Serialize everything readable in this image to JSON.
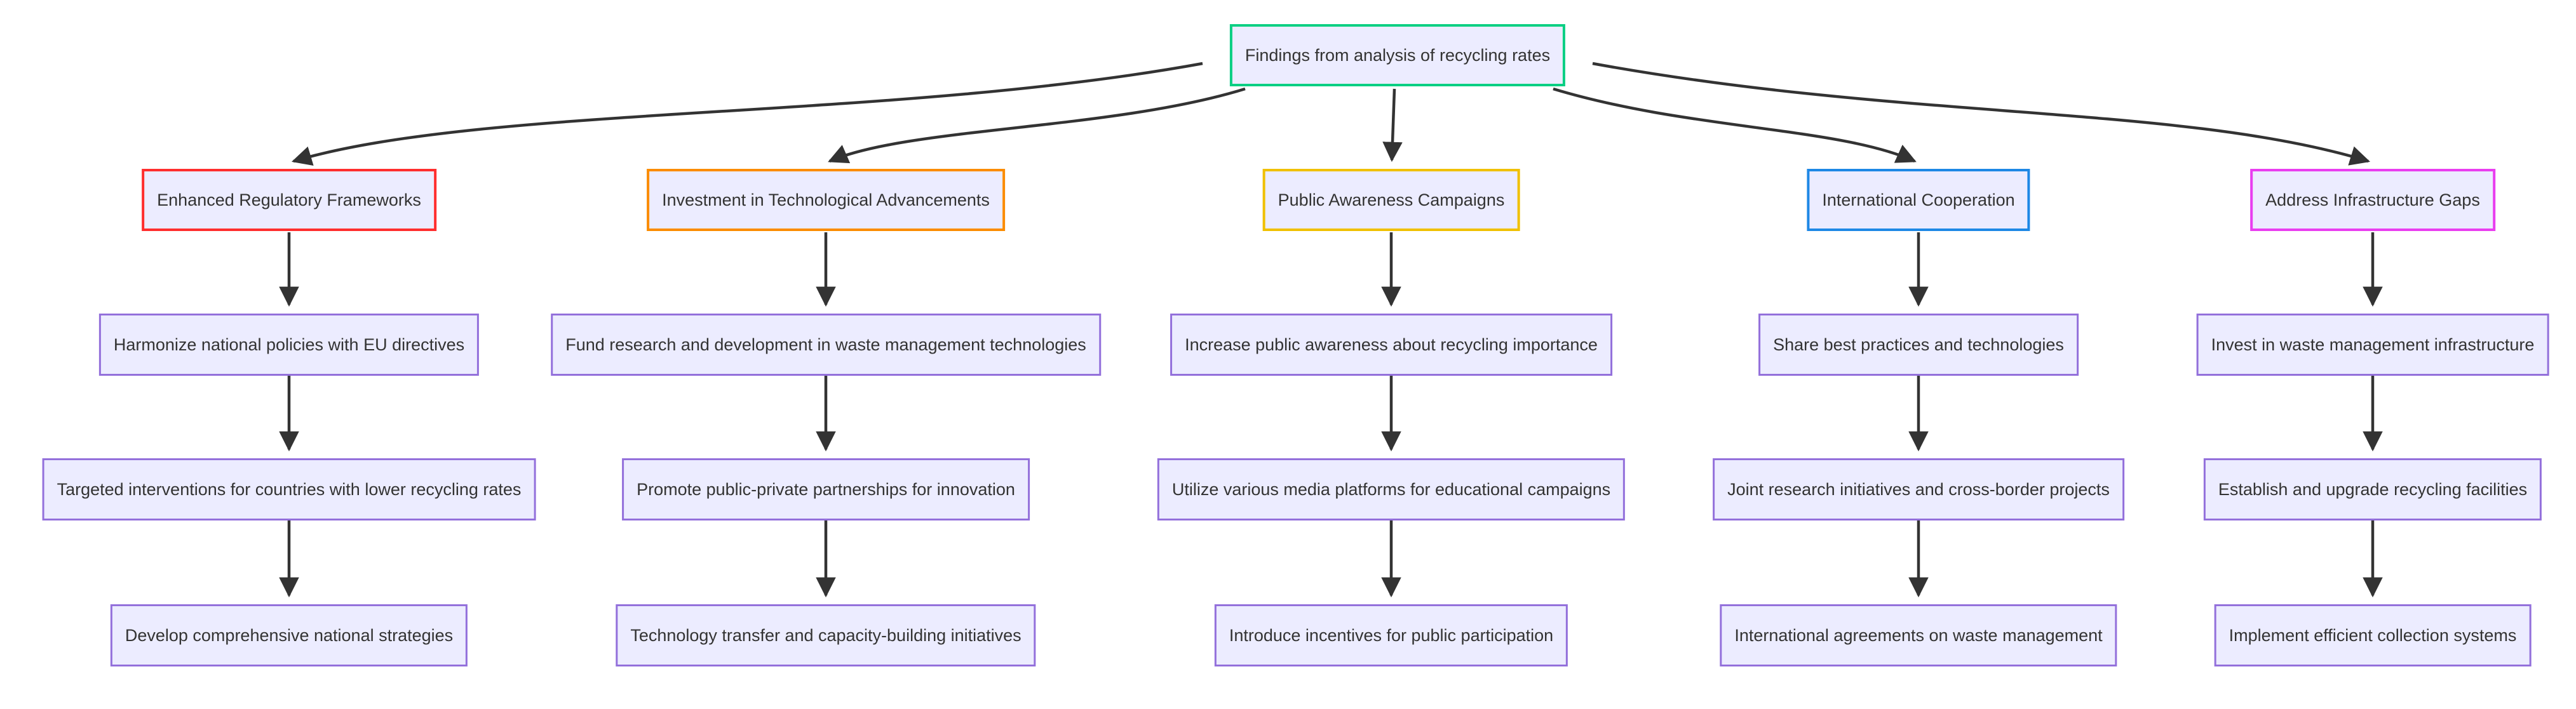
{
  "diagram": {
    "type": "flowchart",
    "root": {
      "label": "Findings from analysis of recycling rates",
      "border_color": "#0ACF83"
    },
    "branches": [
      {
        "label": "Enhanced Regulatory Frameworks",
        "border_color": "#FF2E2E",
        "children": [
          "Harmonize national policies with EU directives",
          "Targeted interventions for countries with lower recycling rates",
          "Develop comprehensive national strategies"
        ]
      },
      {
        "label": "Investment in Technological Advancements",
        "border_color": "#FB8C00",
        "children": [
          "Fund research and development in waste management technologies",
          "Promote public-private partnerships for innovation",
          "Technology transfer and capacity-building initiatives"
        ]
      },
      {
        "label": "Public Awareness Campaigns",
        "border_color": "#F0C000",
        "children": [
          "Increase public awareness about recycling importance",
          "Utilize various media platforms for educational campaigns",
          "Introduce incentives for public participation"
        ]
      },
      {
        "label": "International Cooperation",
        "border_color": "#1E88E5",
        "children": [
          "Share best practices and technologies",
          "Joint research initiatives and cross-border projects",
          "International agreements on waste management"
        ]
      },
      {
        "label": "Address Infrastructure Gaps",
        "border_color": "#E93EF0",
        "children": [
          "Invest in waste management infrastructure",
          "Establish and upgrade recycling facilities",
          "Implement efficient collection systems"
        ]
      }
    ],
    "node_fill": "#ECECFF",
    "child_border_color": "#9370DB",
    "edge_color": "#333333",
    "text_color": "#333333"
  }
}
